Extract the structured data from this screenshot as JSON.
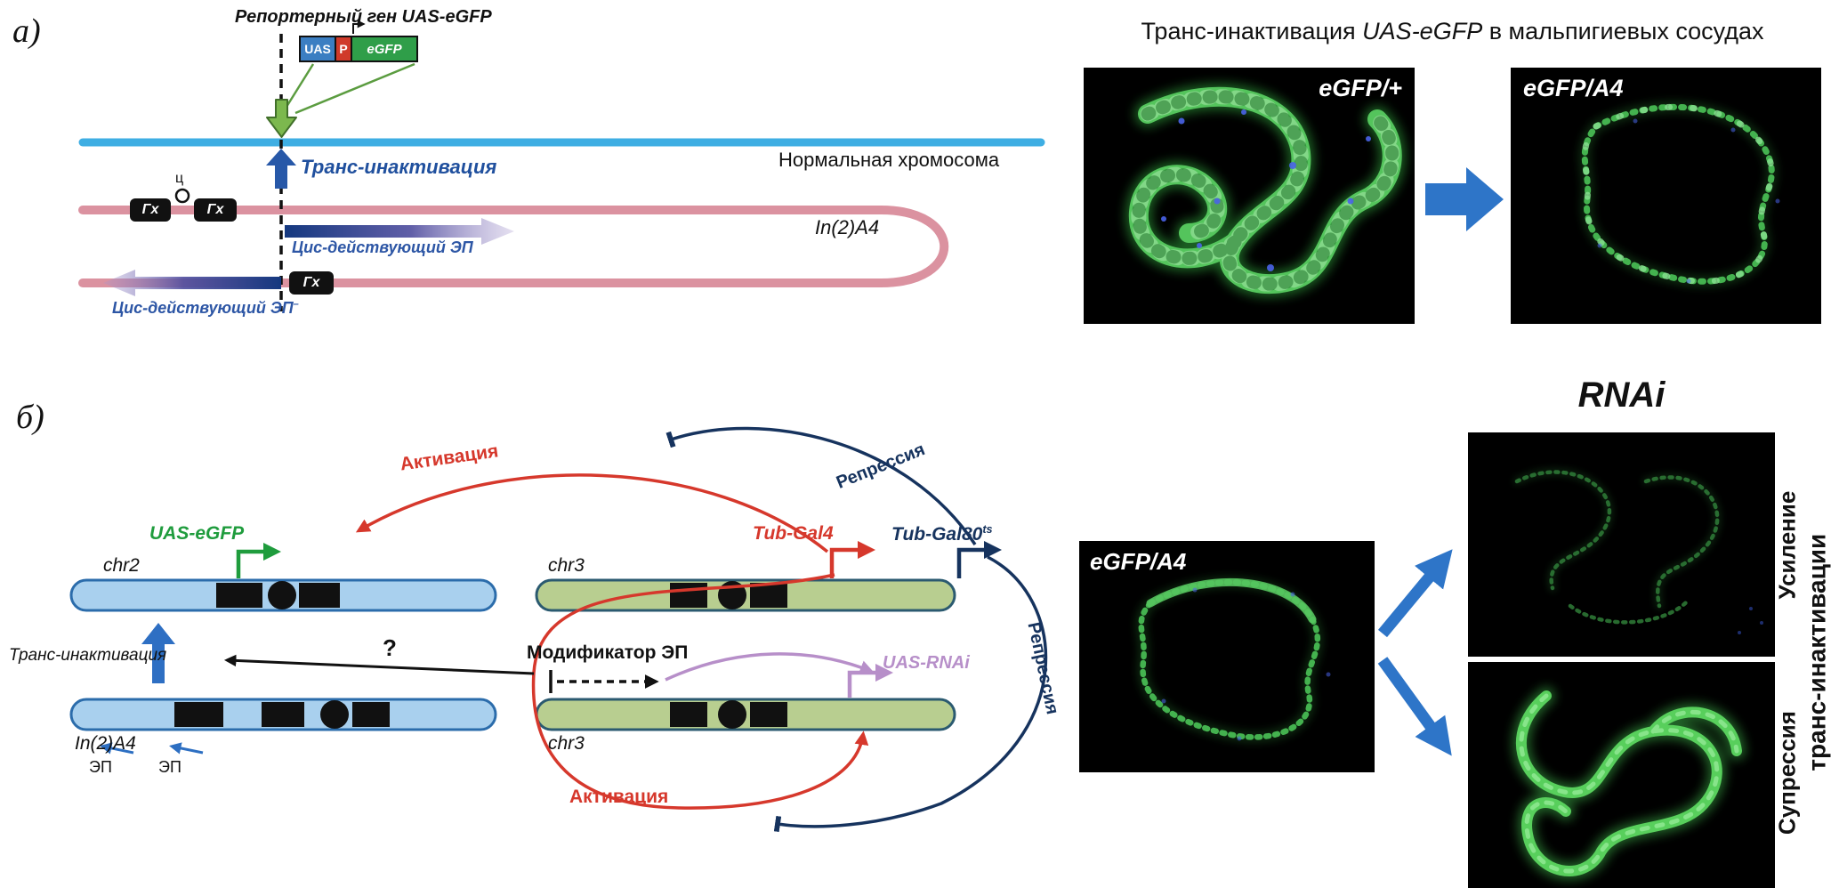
{
  "panel_a": {
    "label": "а)",
    "construct_title": "Репортерный ген UAS-eGFP",
    "construct": {
      "uas": "UAS",
      "p": "P",
      "egfp": "eGFP"
    },
    "normal_chromosome_label": "Нормальная хромосома",
    "trans_inactivation_label": "Транс-инактивация",
    "cis_ep_top_label": "Цис-действующий ЭП",
    "cis_ep_bottom_label": "Цис-действующий ЭП",
    "cis_ep_bottom_sup": "–",
    "inversion_label": "In(2)A4",
    "gx_box1": "Гх",
    "gx_box2": "Гх",
    "gx_box3": "Гх",
    "centromere_label": "ц",
    "micrographs": {
      "title_prefix": "Транс-инактивация ",
      "title_gene": "UAS-eGFP",
      "title_suffix": " в мальпигиевых сосудах",
      "image1_label": "eGFP/+",
      "image2_label": "eGFP/A4"
    }
  },
  "panel_b": {
    "label": "б)",
    "rnai_title": "RNAi",
    "activation_top_label": "Активация",
    "activation_bottom_label": "Активация",
    "repression_top_label": "Репрессия",
    "repression_right_label": "Репрессия",
    "uas_egfp_label": "UAS-eGFP",
    "chr2_label": "chr2",
    "chr3_top_label": "chr3",
    "chr3_bottom_label": "chr3",
    "tub_gal4_label": "Tub-Gal4",
    "tub_gal80_label": "Tub-Gal80",
    "tub_gal80_sup": "ts",
    "trans_inactivation_label": "Транс-инактивация",
    "question_label": "?",
    "modifier_label": "Модификатор ЭП",
    "uas_rnai_label": "UAS-RNAi",
    "inversion_label": "In(2)A4",
    "ep_label_1": "ЭП",
    "ep_label_2": "ЭП",
    "micrograph_label": "eGFP/A4",
    "enhancement_label": "Усиление",
    "suppression_label": "Супрессия",
    "trans_side_label": "транс-инактивации"
  },
  "colors": {
    "normal_chromosome": "#3eaee3",
    "inverted_chromosome": "#db92a0",
    "activation_red": "#d6382c",
    "repression_navy": "#16335e",
    "uas_rnai_purple": "#b78fc9",
    "egfp_green": "#1f9c3d",
    "arrow_blue": "#2e75c8",
    "chr_blue_fill": "#a9d0ee",
    "chr_green_fill": "#b8ce90"
  }
}
